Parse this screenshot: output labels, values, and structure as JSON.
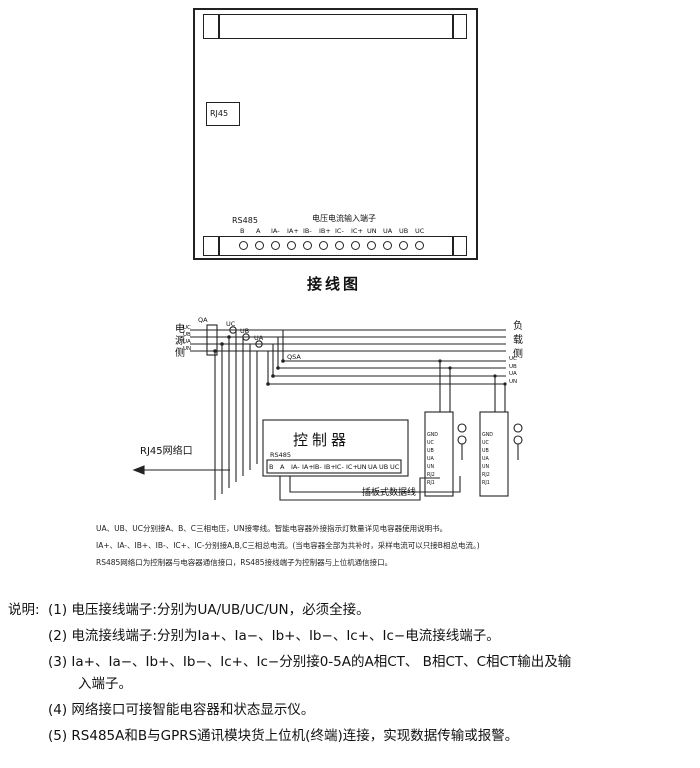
{
  "device": {
    "rj45": "RJ45",
    "rs485_title": "RS485",
    "rs485_pins": [
      "B",
      "A"
    ],
    "input_title": "电压电流输入端子",
    "input_pins": [
      "IA-",
      "IA+",
      "IB-",
      "IB+",
      "IC-",
      "IC+",
      "UN",
      "UA",
      "UB",
      "UC"
    ],
    "caption": "接线图"
  },
  "wiring": {
    "source_label": "电源侧",
    "load_label": "负载侧",
    "source_lines": [
      "UC",
      "UB",
      "UA",
      "UN"
    ],
    "load_lines": [
      "UC",
      "UB",
      "UA",
      "UN"
    ],
    "qa": "QA",
    "ct_labels": [
      "UC",
      "UB",
      "UA"
    ],
    "qsa": "QSA",
    "controller": "控制器",
    "rs485": "RS485",
    "terminals": [
      "B",
      "A",
      "IA-",
      "IA+",
      "IB-",
      "IB+",
      "IC-",
      "IC+",
      "UN",
      "UA",
      "UB",
      "UC"
    ],
    "rj45_port": "RJ45网络口",
    "cable": "插板式数据线",
    "module_pins": [
      "GND",
      "UC",
      "UB",
      "UA",
      "UN",
      "RJ2",
      "RJ1"
    ]
  },
  "notes": [
    "UA、UB、UC分别接A、B、C三相电压，UN接零线。智能电容器外接指示灯数量详见电容器使用说明书。",
    "IA+、IA-、IB+、IB-、IC+、IC-分别接A,B,C三相总电流。(当电容器全部为共补时，采样电流可以只接B相总电流。)",
    "RS485网络口为控制器与电容器通信接口，RS485接线端子为控制器与上位机通信接口。"
  ],
  "description": {
    "prefix": "说明:",
    "items": [
      "(1) 电压接线端子:分别为UA/UB/UC/UN，必须全接。",
      "(2) 电流接线端子:分别为Ia+、Ia−、Ib+、Ib−、Ic+、Ic−电流接线端子。",
      "(3) Ia+、Ia−、Ib+、Ib−、Ic+、Ic−分别接0-5A的A相CT、 B相CT、C相CT输出及输",
      "入端子。",
      "(4) 网络接口可接智能电容器和状态显示仪。",
      "(5) RS485A和B与GPRS通讯模块货上位机(终端)连接，实现数据传输或报警。"
    ]
  }
}
